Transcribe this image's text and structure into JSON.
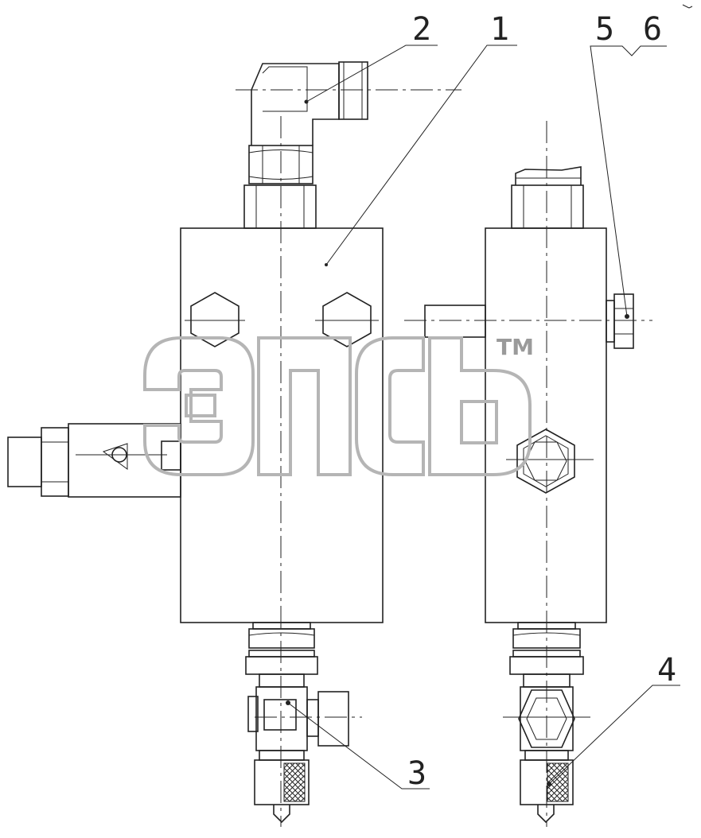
{
  "drawing": {
    "callouts": [
      "2",
      "1",
      "5",
      "6",
      "3",
      "4"
    ],
    "watermark_mark": "TM"
  }
}
